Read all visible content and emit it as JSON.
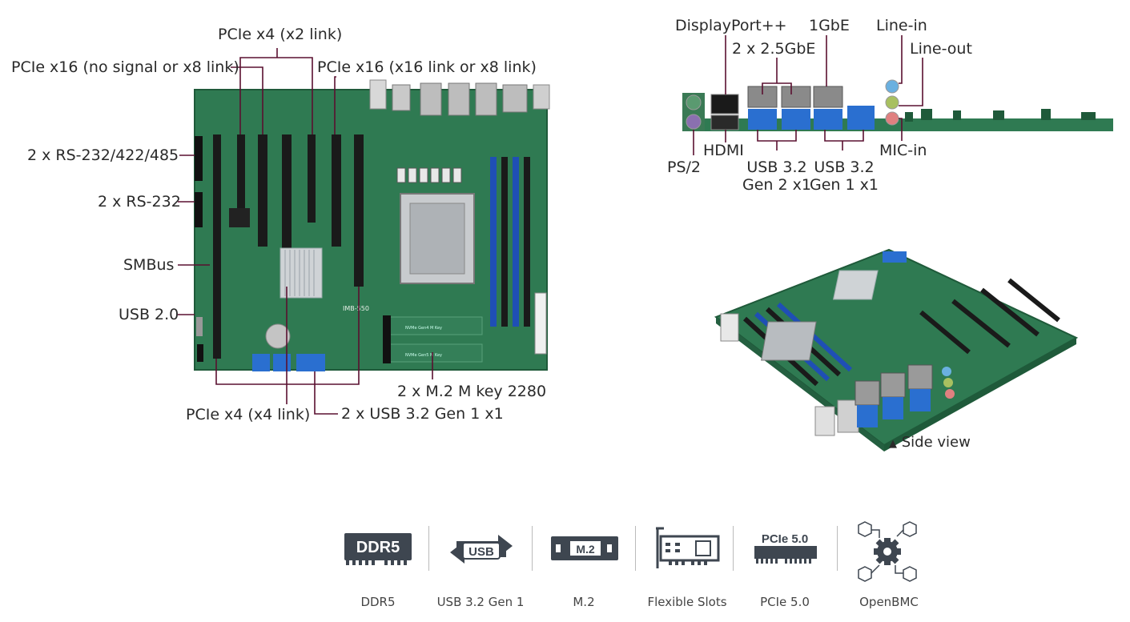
{
  "board_model": "IMB-550",
  "callouts": {
    "pcie_x4_x2": "PCIe x4 (x2 link)",
    "pcie_x16_nosignal": "PCIe x16 (no signal or x8 link)",
    "pcie_x16_x16": "PCIe x16 (x16 link or x8 link)",
    "rs232_422_485": "2 x RS-232/422/485",
    "rs232": "2 x RS-232",
    "smbus": "SMBus",
    "usb20": "USB 2.0",
    "pcie_x4_x4": "PCIe x4 (x4 link)",
    "usb32_gen1_bottom": "2 x USB 3.2 Gen 1 x1",
    "m2": "2 x M.2 M key 2280",
    "m2_slot_label_1": "NVMe Gen4 M Key",
    "m2_slot_label_2": "NVMe Gen5 M Key"
  },
  "io_labels": {
    "displayport": "DisplayPort++",
    "lan25": "2 x 2.5GbE",
    "lan1": "1GbE",
    "line_in": "Line-in",
    "line_out": "Line-out",
    "hdmi": "HDMI",
    "ps2": "PS/2",
    "usb32_gen2_l1": "USB 3.2",
    "usb32_gen2_l2": "Gen 2 x1",
    "usb32_gen1_l1": "USB 3.2",
    "usb32_gen1_l2": "Gen 1 x1",
    "mic_in": "MIC-in"
  },
  "side_view": {
    "marker": "▲",
    "label": "Side view"
  },
  "features": [
    {
      "icon": "ddr5-icon",
      "badge": "DDR5",
      "label": "DDR5"
    },
    {
      "icon": "usb-icon",
      "badge": "USB",
      "label": "USB 3.2 Gen 1"
    },
    {
      "icon": "m2-icon",
      "badge": "M.2",
      "label": "M.2"
    },
    {
      "icon": "expansion-card-icon",
      "label": "Flexible Slots"
    },
    {
      "icon": "pcie-card-icon",
      "badge": "PCIe 5.0",
      "label": "PCIe 5.0"
    },
    {
      "icon": "gear-network-icon",
      "label": "OpenBMC"
    }
  ],
  "colors": {
    "pcb": "#2f7a52",
    "pcb_dark": "#1f5a3a",
    "callout_line": "#5a1030",
    "dimm_blue": "#1f4fb5",
    "usb_blue": "#2a6fd0",
    "icon_gray": "#3e4650"
  }
}
